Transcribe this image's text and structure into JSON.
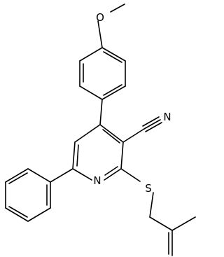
{
  "structure": {
    "atoms": {
      "nitrile_n": "N",
      "ring_n": "N",
      "ether_o": "O",
      "thioether_s": "S"
    }
  },
  "colors": {
    "bond": "#000000",
    "background": "#ffffff"
  }
}
